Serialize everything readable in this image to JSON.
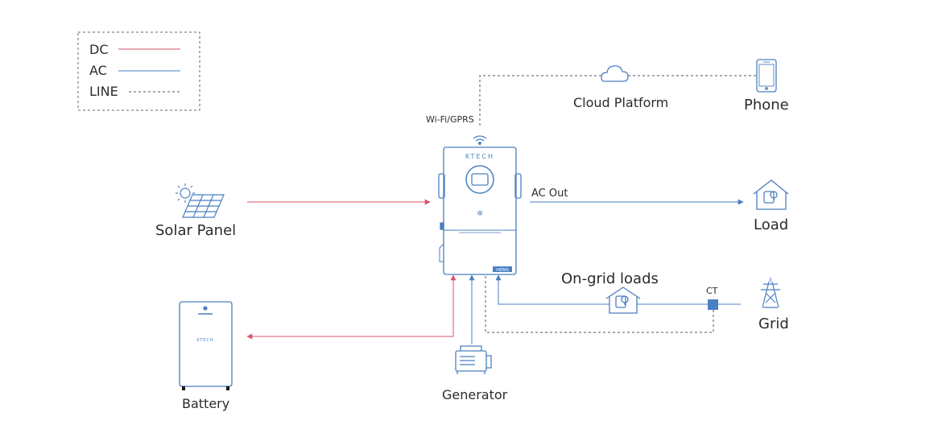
{
  "colors": {
    "dc": "#d9536b",
    "ac": "#4a7fc1",
    "line": "#555555",
    "device": "#4a7fc1",
    "text": "#2b2b2b"
  },
  "legend": {
    "dc": "DC",
    "ac": "AC",
    "line": "LINE"
  },
  "labels": {
    "wifi_gprs": "Wi-Fi/GPRS",
    "cloud_platform": "Cloud Platform",
    "phone": "Phone",
    "solar_panel": "Solar Panel",
    "ac_out": "AC Out",
    "load": "Load",
    "on_grid_loads": "On-grid loads",
    "ct": "CT",
    "grid": "Grid",
    "battery": "Battery",
    "generator": "Generator"
  },
  "brand": {
    "inverter_logo": "KTECH",
    "inverter_badge": "iHEMS",
    "battery_logo": "KTECH"
  },
  "icons": {
    "wifi": "wifi-icon",
    "cloud": "cloud-icon",
    "phone": "phone-icon",
    "solar": "solar-panel-icon",
    "sun": "sun-icon",
    "load": "house-load-icon",
    "grid": "power-tower-icon",
    "generator": "generator-icon",
    "battery": "battery-icon",
    "inverter": "inverter-icon",
    "ct": "ct-sensor-icon"
  }
}
